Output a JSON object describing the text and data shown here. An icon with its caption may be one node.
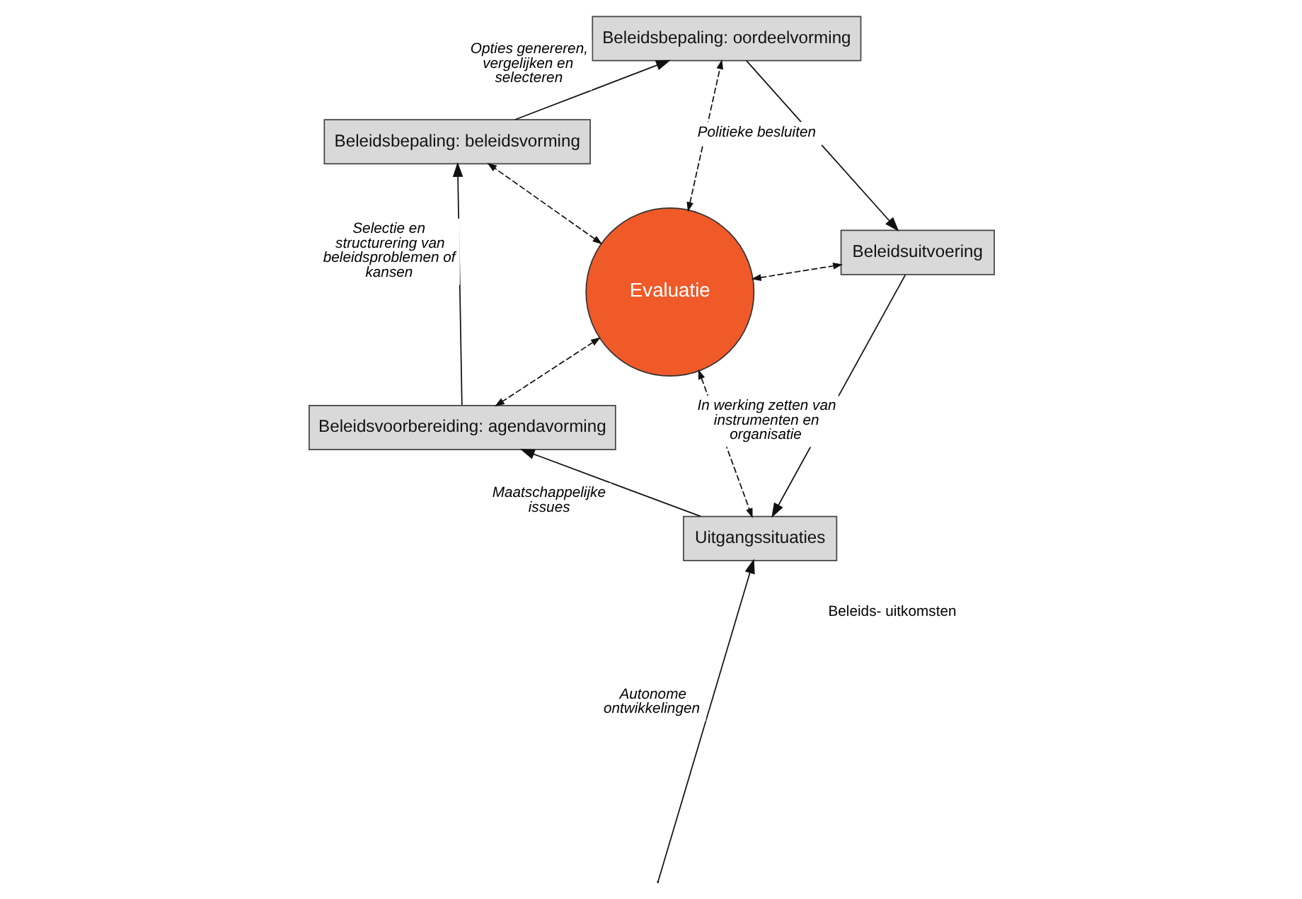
{
  "diagram": {
    "nodes": [
      {
        "text": [
          "Beleidsvoorbereiding: agendavorming"
        ]
      },
      {
        "text": [
          "Uitgangssituaties"
        ]
      },
      {
        "text": [
          "Evaluatie"
        ]
      },
      {
        "text": [
          "Beleidsbepaling: beleidsvorming"
        ]
      },
      {
        "text": [
          "Beleidsuitvoering"
        ]
      },
      {
        "text": [
          "Beleidsbepaling: oordeelvorming"
        ]
      }
    ],
    "edges": [
      {
        "from": 1,
        "to": 0,
        "arrow": "to",
        "label": "Maatschappelijke issues"
      },
      {
        "from": 0,
        "to": 3,
        "arrow": "to",
        "label": "Selectie en structurering van beleidsproblemen of kansen"
      },
      {
        "from": 3,
        "to": 5,
        "arrow": "to",
        "label": "Opties genereren, vergelijken en selecteren"
      },
      {
        "from": 5,
        "to": 4,
        "arrow": "to",
        "label": "Politieke besluiten"
      },
      {
        "from": 4,
        "to": 1,
        "arrow": "to",
        "label": "In werking zetten van instrumenten en organisatie"
      },
      {
        "from": null,
        "to": 1,
        "arrow": "to",
        "label": "Autonome ontwikkelingen"
      },
      {
        "from": 2,
        "to": 0,
        "arrow": "both",
        "style": "dashed"
      },
      {
        "from": 2,
        "to": 1,
        "arrow": "both",
        "style": "dashed"
      },
      {
        "from": 2,
        "to": 3,
        "arrow": "both",
        "style": "dashed"
      },
      {
        "from": 2,
        "to": 5,
        "arrow": "both",
        "style": "dashed"
      },
      {
        "from": 2,
        "to": 4,
        "arrow": "both",
        "style": "dashed"
      }
    ],
    "labels": [
      "Beleids- uitkomsten"
    ]
  }
}
